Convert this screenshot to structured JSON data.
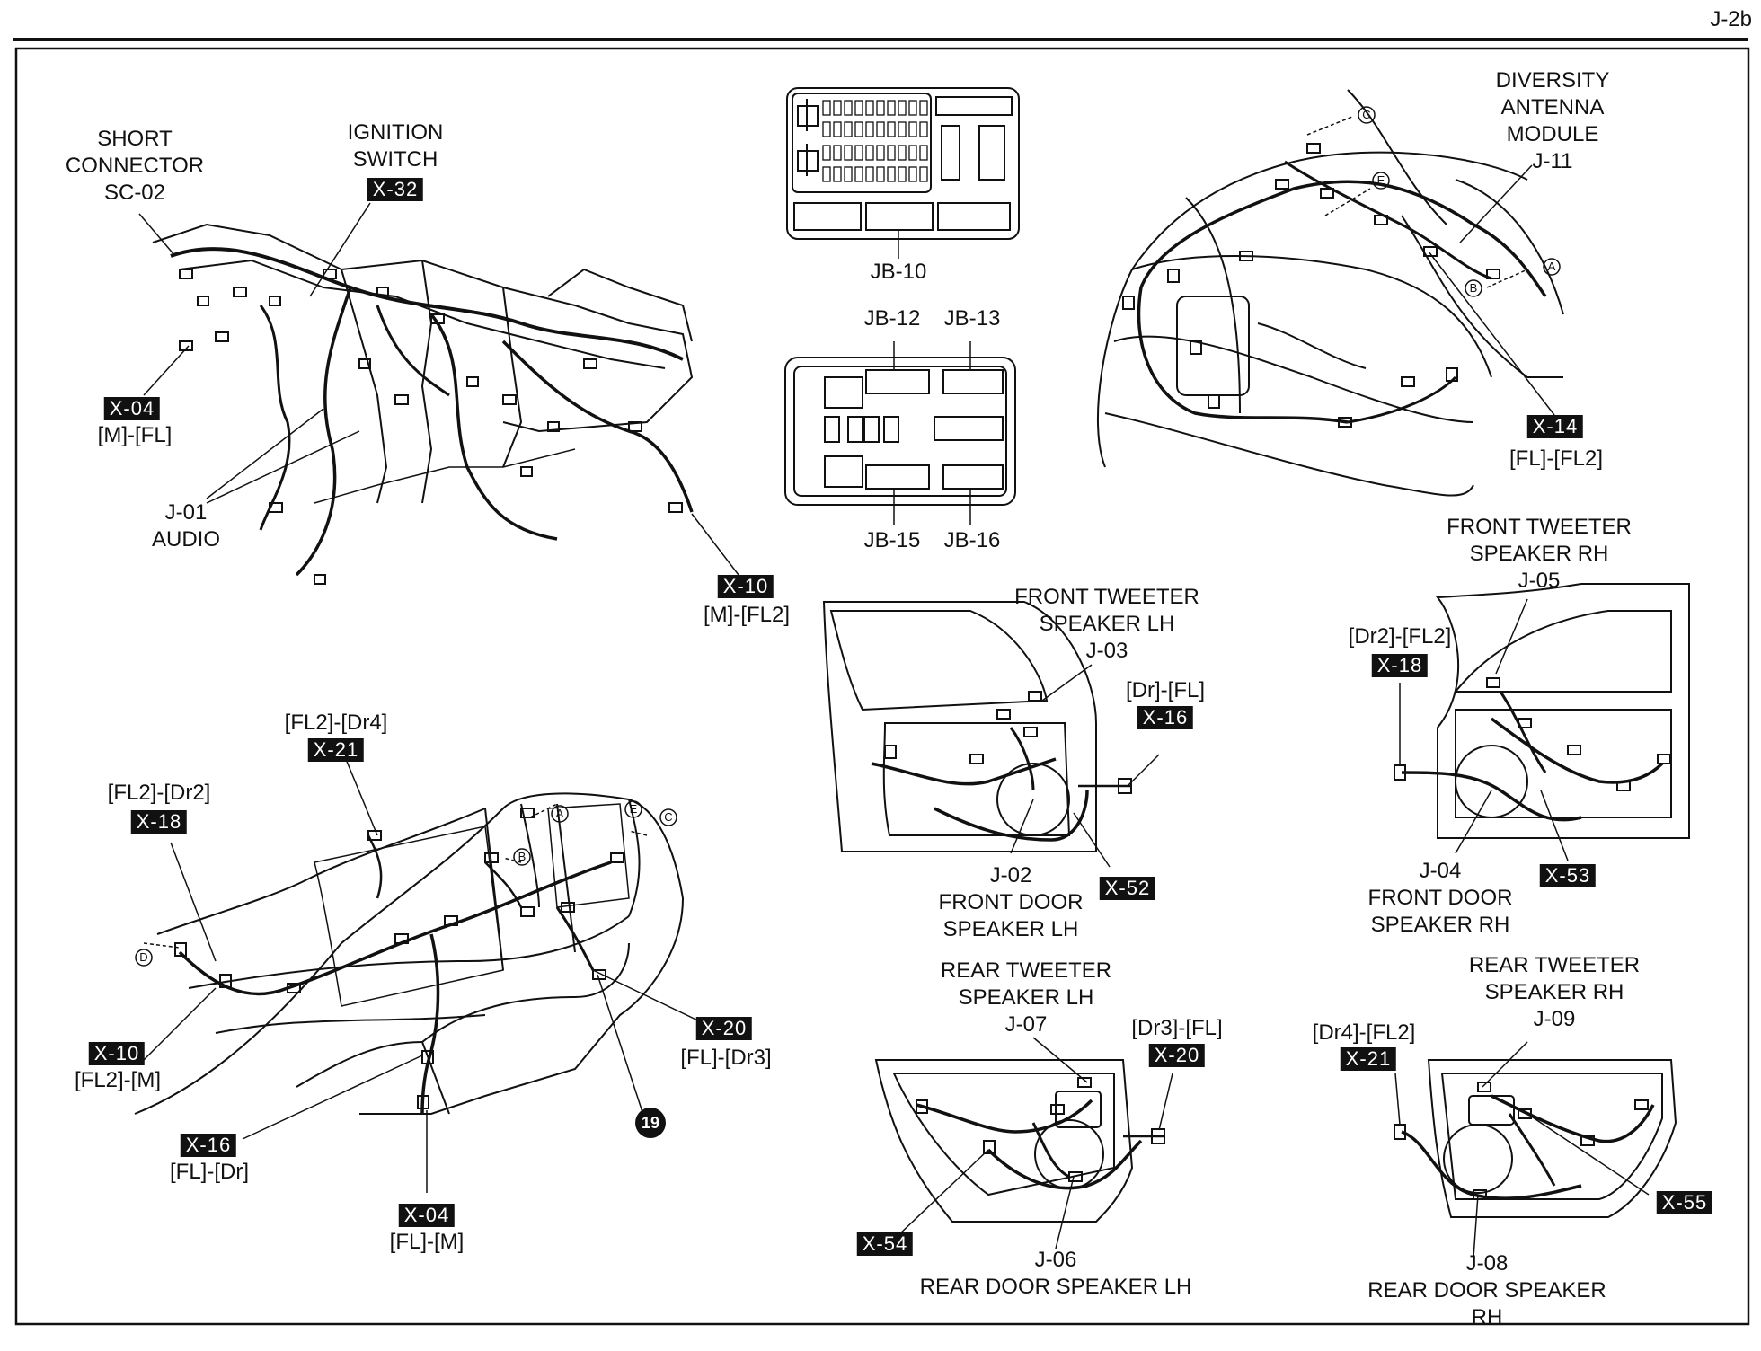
{
  "page_number": "J-2b",
  "labels": {
    "short_connector": "SHORT\nCONNECTOR\nSC-02",
    "ignition_switch": "IGNITION\nSWITCH",
    "x04_top_conn": "[M]-[FL]",
    "audio": "J-01\nAUDIO",
    "x10_top_conn": "[M]-[FL2]",
    "jb10": "JB-10",
    "jb12": "JB-12",
    "jb13": "JB-13",
    "jb15": "JB-15",
    "jb16": "JB-16",
    "diversity_antenna": "DIVERSITY\nANTENNA\nMODULE\nJ-11",
    "x14_conn": "[FL]-[FL2]",
    "front_tweeter_lh": "FRONT TWEETER\nSPEAKER LH\nJ-03",
    "x16_door_conn": "[Dr]-[FL]",
    "front_door_speaker_lh": "J-02\nFRONT DOOR\nSPEAKER LH",
    "front_tweeter_rh": "FRONT TWEETER\nSPEAKER RH\nJ-05",
    "x18_door_conn": "[Dr2]-[FL2]",
    "front_door_speaker_rh": "J-04\nFRONT DOOR\nSPEAKER RH",
    "x21_car_conn": "[FL2]-[Dr4]",
    "x18_car_conn": "[FL2]-[Dr2]",
    "x10_car_conn": "[FL2]-[M]",
    "x20_car_conn": "[FL]-[Dr3]",
    "x16_car_conn": "[FL]-[Dr]",
    "x04_car_conn": "[FL]-[M]",
    "ground_19": "19",
    "rear_tweeter_lh": "REAR TWEETER\nSPEAKER LH\nJ-07",
    "x20_door_conn": "[Dr3]-[FL]",
    "rear_door_speaker_lh": "J-06\nREAR DOOR SPEAKER LH",
    "rear_tweeter_rh": "REAR TWEETER\nSPEAKER RH\nJ-09",
    "x21_door_conn": "[Dr4]-[FL2]",
    "rear_door_speaker_rh": "J-08\nREAR DOOR SPEAKER RH",
    "ref_a": "A",
    "ref_b": "B",
    "ref_c": "C",
    "ref_d": "D",
    "ref_e": "E"
  },
  "tags": {
    "x32": "X-32",
    "x04_top": "X-04",
    "x10_top": "X-10",
    "x14": "X-14",
    "x16_door": "X-16",
    "x52": "X-52",
    "x18_door": "X-18",
    "x53": "X-53",
    "x21_car": "X-21",
    "x18_car": "X-18",
    "x10_car": "X-10",
    "x20_car": "X-20",
    "x16_car": "X-16",
    "x04_car": "X-04",
    "x20_door": "X-20",
    "x54": "X-54",
    "x21_door": "X-21",
    "x55": "X-55"
  }
}
